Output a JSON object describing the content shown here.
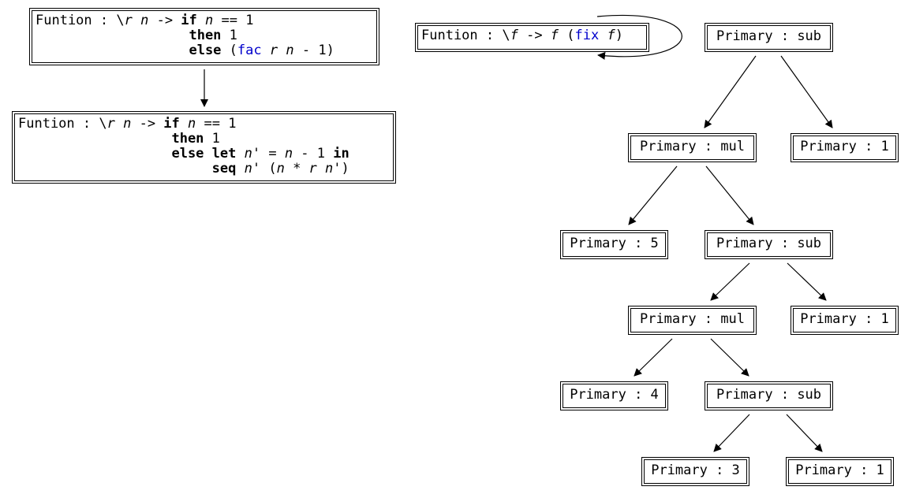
{
  "code_nodes": {
    "fac": {
      "lines": [
        [
          {
            "t": "Funtion : \\",
            "s": ""
          },
          {
            "t": "r",
            "s": "it"
          },
          {
            "t": " ",
            "s": ""
          },
          {
            "t": "n",
            "s": "it"
          },
          {
            "t": " -> ",
            "s": ""
          },
          {
            "t": "if",
            "s": "kw"
          },
          {
            "t": " ",
            "s": ""
          },
          {
            "t": "n",
            "s": "it"
          },
          {
            "t": " == 1",
            "s": ""
          }
        ],
        [
          {
            "t": "                   ",
            "s": ""
          },
          {
            "t": "then",
            "s": "kw"
          },
          {
            "t": " 1",
            "s": ""
          }
        ],
        [
          {
            "t": "                   ",
            "s": ""
          },
          {
            "t": "else",
            "s": "kw"
          },
          {
            "t": " (",
            "s": ""
          },
          {
            "t": "fac",
            "s": "bl"
          },
          {
            "t": " ",
            "s": ""
          },
          {
            "t": "r",
            "s": "it"
          },
          {
            "t": " ",
            "s": ""
          },
          {
            "t": "n",
            "s": "it"
          },
          {
            "t": " - 1)",
            "s": ""
          }
        ]
      ]
    },
    "seq": {
      "lines": [
        [
          {
            "t": "Funtion : \\",
            "s": ""
          },
          {
            "t": "r",
            "s": "it"
          },
          {
            "t": " ",
            "s": ""
          },
          {
            "t": "n",
            "s": "it"
          },
          {
            "t": " -> ",
            "s": ""
          },
          {
            "t": "if",
            "s": "kw"
          },
          {
            "t": " ",
            "s": ""
          },
          {
            "t": "n",
            "s": "it"
          },
          {
            "t": " == 1",
            "s": ""
          }
        ],
        [
          {
            "t": "                   ",
            "s": ""
          },
          {
            "t": "then",
            "s": "kw"
          },
          {
            "t": " 1",
            "s": ""
          }
        ],
        [
          {
            "t": "                   ",
            "s": ""
          },
          {
            "t": "else let",
            "s": "kw"
          },
          {
            "t": " ",
            "s": ""
          },
          {
            "t": "n",
            "s": "it"
          },
          {
            "t": "' = ",
            "s": ""
          },
          {
            "t": "n",
            "s": "it"
          },
          {
            "t": " - 1 ",
            "s": ""
          },
          {
            "t": "in",
            "s": "kw"
          }
        ],
        [
          {
            "t": "                        ",
            "s": ""
          },
          {
            "t": "seq",
            "s": "kw"
          },
          {
            "t": " ",
            "s": ""
          },
          {
            "t": "n",
            "s": "it"
          },
          {
            "t": "' (",
            "s": ""
          },
          {
            "t": "n",
            "s": "it"
          },
          {
            "t": " * ",
            "s": ""
          },
          {
            "t": "r",
            "s": "it"
          },
          {
            "t": " ",
            "s": ""
          },
          {
            "t": "n",
            "s": "it"
          },
          {
            "t": "')",
            "s": ""
          }
        ]
      ]
    },
    "fix": {
      "lines": [
        [
          {
            "t": "Funtion : \\",
            "s": ""
          },
          {
            "t": "f",
            "s": "it"
          },
          {
            "t": " -> ",
            "s": ""
          },
          {
            "t": "f",
            "s": "it"
          },
          {
            "t": " (",
            "s": ""
          },
          {
            "t": "fix",
            "s": "bl"
          },
          {
            "t": " ",
            "s": ""
          },
          {
            "t": "f",
            "s": "it"
          },
          {
            "t": ")",
            "s": ""
          }
        ]
      ]
    }
  },
  "tree": {
    "n1": "Primary : sub",
    "n2": "Primary : mul",
    "n3": "Primary : 1",
    "n4": "Primary : 5",
    "n5": "Primary : sub",
    "n6": "Primary : mul",
    "n7": "Primary : 1",
    "n8": "Primary : 4",
    "n9": "Primary : sub",
    "n10": "Primary : 3",
    "n11": "Primary : 1"
  },
  "colors": {
    "keyword_blue": "#0000cc",
    "line": "#000000"
  }
}
